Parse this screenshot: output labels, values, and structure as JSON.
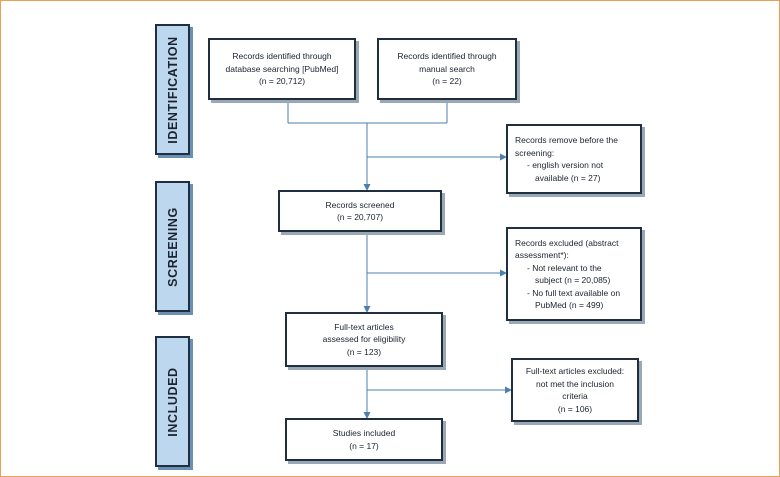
{
  "phases": {
    "identification": "IDENTIFICATION",
    "screening": "SCREENING",
    "included": "INCLUDED"
  },
  "boxes": {
    "database_search": [
      "Records identified through",
      "database searching [PubMed]",
      "(n = 20,712)"
    ],
    "manual_search": [
      "Records identified through",
      "manual search",
      "(n = 22)"
    ],
    "removed_before_screening": [
      "Records remove before the",
      "screening:",
      "- english version not",
      "available (n = 27)"
    ],
    "records_screened": [
      "Records screened",
      "(n = 20,707)"
    ],
    "records_excluded": [
      "Records excluded (abstract",
      "assessment*):",
      "- Not relevant to the",
      "subject (n = 20,085)",
      "- No full text available on",
      "PubMed (n = 499)"
    ],
    "fulltext_assessed": [
      "Full-text articles",
      "assessed for eligibility",
      "(n = 123)"
    ],
    "fulltext_excluded": [
      "Full-text articles excluded:",
      "not met the inclusion",
      "criteria",
      "(n = 106)"
    ],
    "studies_included": [
      "Studies included",
      "(n = 17)"
    ]
  },
  "colors": {
    "phase_fill": "#bcd7ee",
    "border": "#1f2f40",
    "connector": "#4b7fb0",
    "frame": "#e8a15a"
  }
}
